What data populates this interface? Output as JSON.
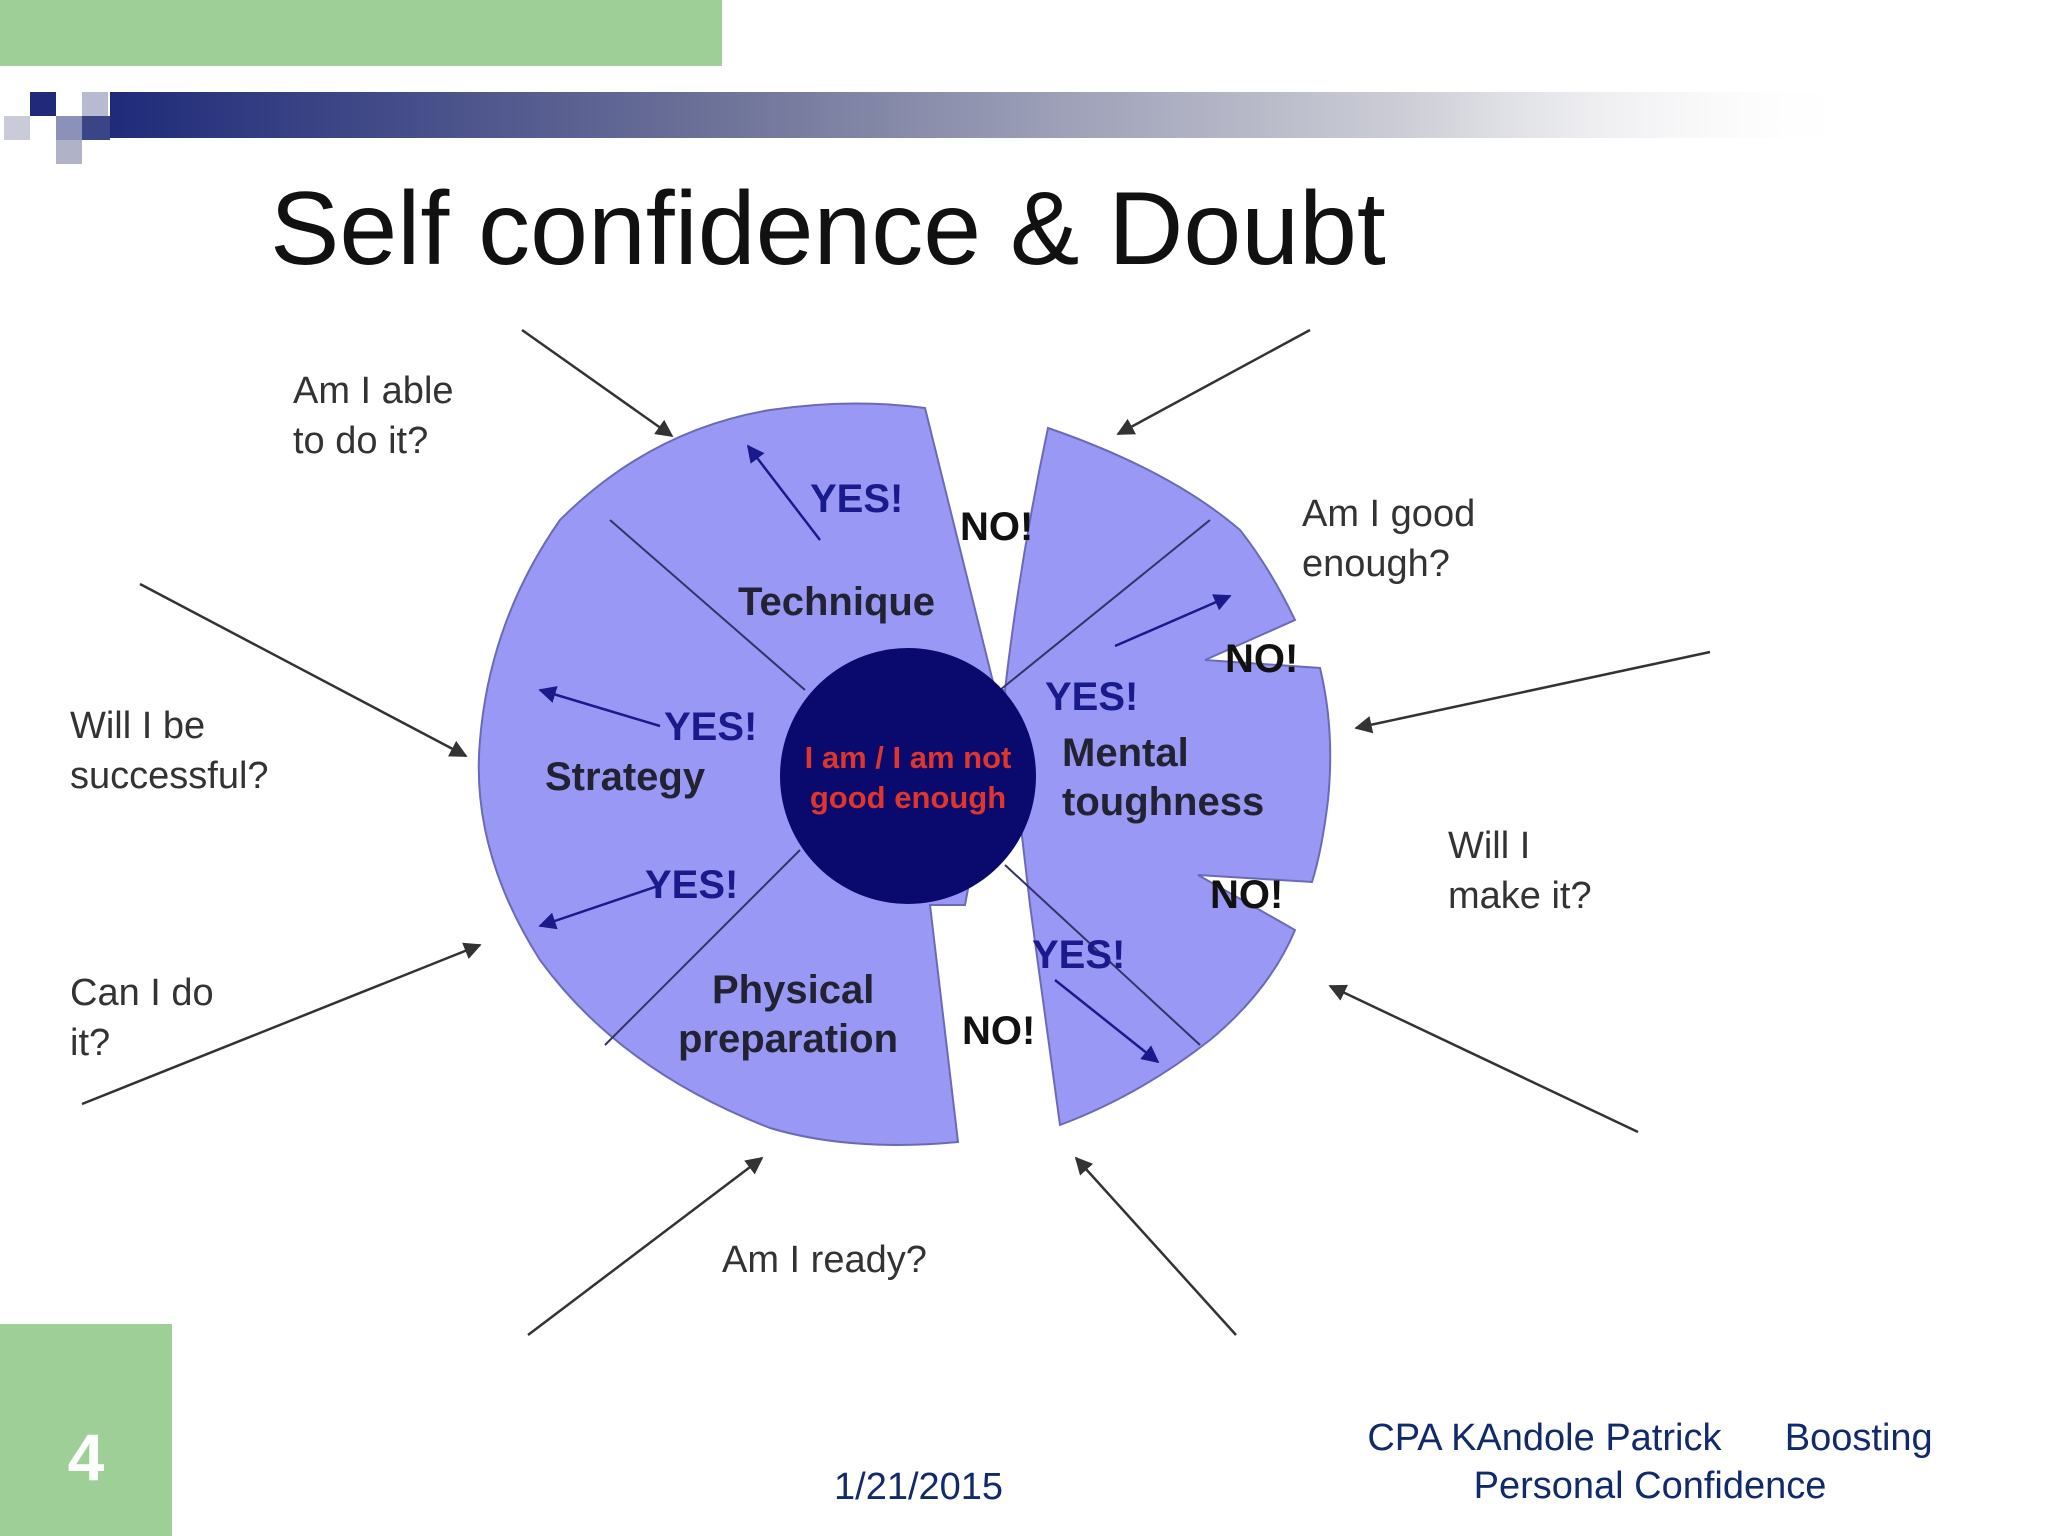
{
  "slide": {
    "title": "Self confidence & Doubt",
    "page_number": "4",
    "date": "1/21/2015",
    "credit_line1": "CPA KAndole Patrick      Boosting",
    "credit_line2": "Personal Confidence"
  },
  "colors": {
    "accent_green": "#9dcf97",
    "header_navy": "#1f2b7a",
    "wheel_fill": "#9999f5",
    "center_fill": "#0a0a6e",
    "center_text": "#e0352b",
    "yes_text": "#1a1a8c",
    "footer_text": "#102a6b"
  },
  "diagram": {
    "center_line1": "I am / I am not",
    "center_line2": "good enough",
    "segments": {
      "technique": "Technique",
      "strategy": "Strategy",
      "mental_line1": "Mental",
      "mental_line2": "toughness",
      "physical_line1": "Physical",
      "physical_line2": "preparation"
    },
    "yes_labels": [
      "YES!",
      "YES!",
      "YES!",
      "YES!",
      "YES!"
    ],
    "no_labels": [
      "NO!",
      "NO!",
      "NO!",
      "NO!"
    ],
    "questions": {
      "able_line1": "Am I able",
      "able_line2": "to do it?",
      "good_line1": "Am I good",
      "good_line2": "enough?",
      "successful_line1": "Will I be",
      "successful_line2": "successful?",
      "make_line1": "Will I",
      "make_line2": "make it?",
      "can_line1": "Can I do",
      "can_line2": "it?",
      "ready": "Am I ready?"
    }
  }
}
